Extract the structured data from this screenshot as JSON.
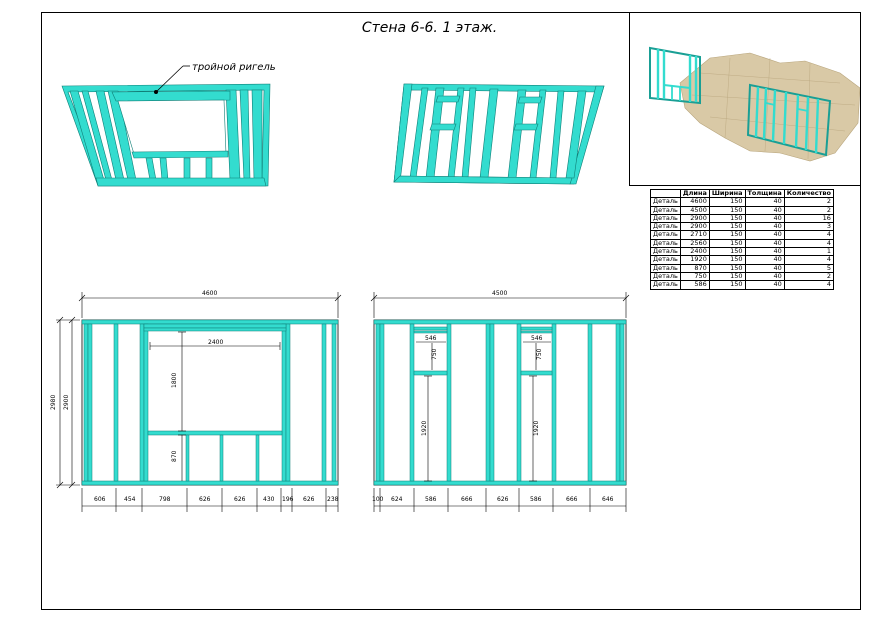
{
  "title": "Стена 6-6.   1 этаж.",
  "label_rigel": "тройной ригель",
  "wall_left": {
    "width_label": "4600",
    "height_label_outer": "2980",
    "height_label_inner": "2900",
    "opening_width": "2400",
    "opening_height": "1800",
    "sill_height": "870",
    "bottom_dims": [
      "606",
      "454",
      "798",
      "626",
      "626",
      "430",
      "196",
      "626",
      "238"
    ]
  },
  "wall_right": {
    "width_label": "4500",
    "dim_546_a": "546",
    "dim_750_a": "750",
    "dim_1920_a": "1920",
    "dim_546_b": "546",
    "dim_750_b": "750",
    "dim_1920_b": "1920",
    "bottom_dims": [
      "100",
      "624",
      "586",
      "666",
      "626",
      "586",
      "666",
      "646"
    ]
  },
  "table": {
    "headers": [
      "",
      "Длина",
      "Ширина",
      "Толщина",
      "Количество"
    ],
    "rows": [
      [
        "Деталь",
        "4600",
        "150",
        "40",
        "2"
      ],
      [
        "Деталь",
        "4500",
        "150",
        "40",
        "2"
      ],
      [
        "Деталь",
        "2900",
        "150",
        "40",
        "16"
      ],
      [
        "Деталь",
        "2900",
        "150",
        "40",
        "3"
      ],
      [
        "Деталь",
        "2710",
        "150",
        "40",
        "4"
      ],
      [
        "Деталь",
        "2560",
        "150",
        "40",
        "4"
      ],
      [
        "Деталь",
        "2400",
        "150",
        "40",
        "1"
      ],
      [
        "Деталь",
        "1920",
        "150",
        "40",
        "4"
      ],
      [
        "Деталь",
        "870",
        "150",
        "40",
        "5"
      ],
      [
        "Деталь",
        "750",
        "150",
        "40",
        "2"
      ],
      [
        "Деталь",
        "586",
        "150",
        "40",
        "4"
      ]
    ]
  },
  "colors": {
    "stud": "#33dccf",
    "stud_dark": "#1a9f95",
    "floor": "#d8c8a4",
    "line": "#000000"
  }
}
